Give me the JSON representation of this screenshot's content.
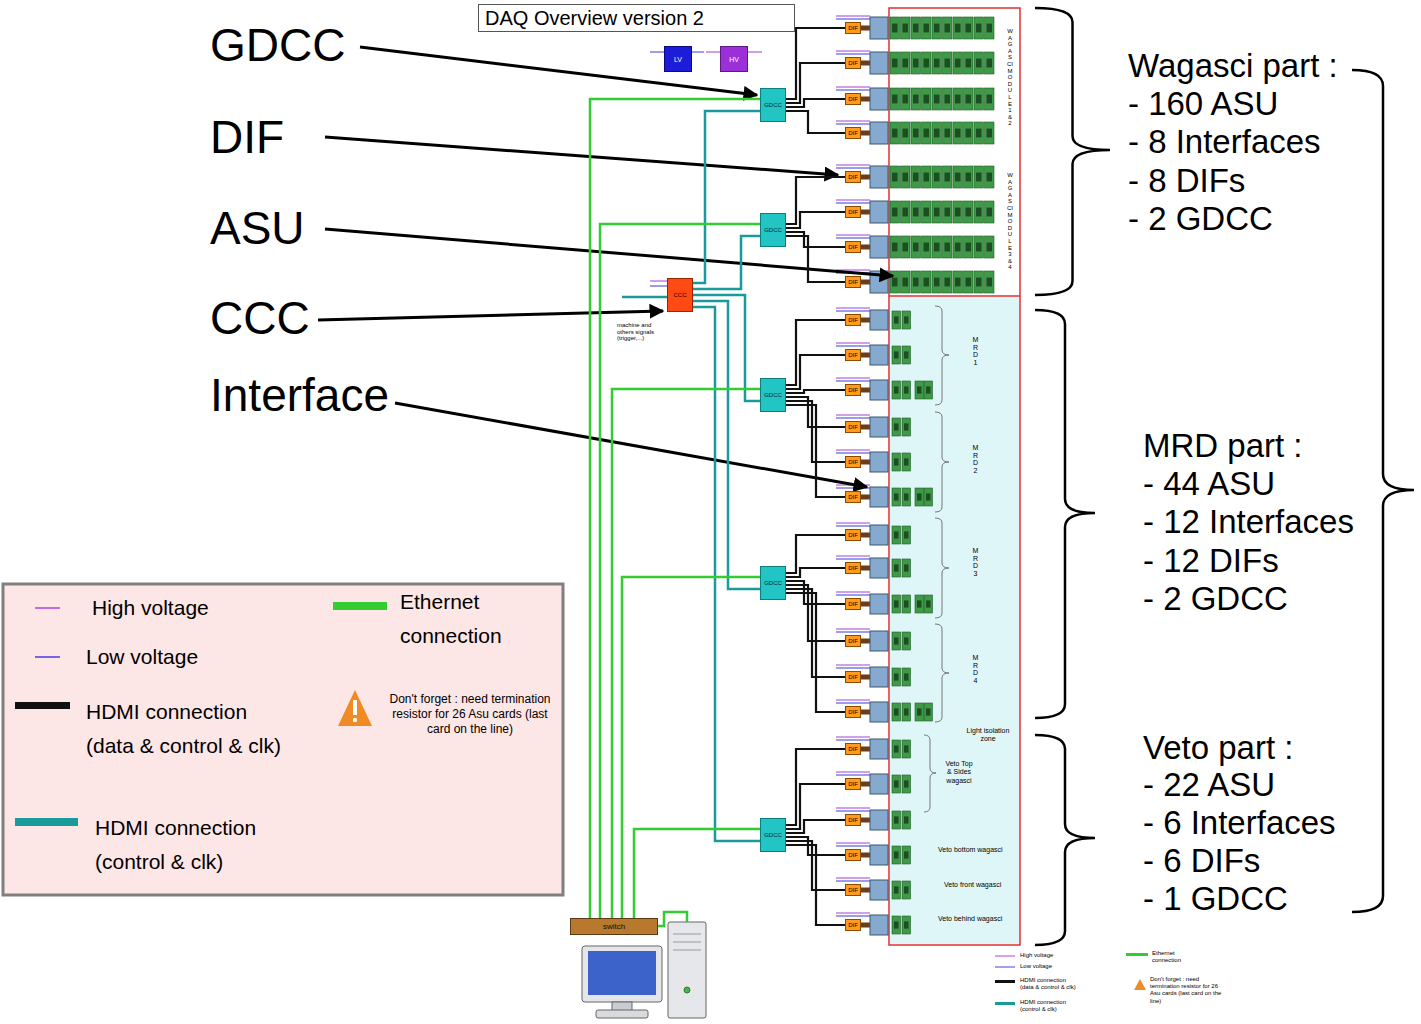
{
  "diagram": {
    "title": "DAQ Overview version 2",
    "nodes": [
      {
        "text": [
          "LV"
        ]
      },
      {
        "text": [
          "HV"
        ]
      },
      {
        "text": [
          "GDCC"
        ]
      },
      {
        "text": [
          "GDCC"
        ]
      },
      {
        "text": [
          "CCC"
        ]
      },
      {
        "text": [
          "GDCC"
        ]
      },
      {
        "text": [
          "GDCC"
        ]
      },
      {
        "text": [
          "GDCC"
        ]
      },
      {
        "text": [
          "switch"
        ]
      },
      {
        "text": [
          "DIF"
        ]
      },
      {
        "text": [
          "DIF"
        ]
      },
      {
        "text": [
          "DIF"
        ]
      },
      {
        "text": [
          "DIF"
        ]
      },
      {
        "text": [
          "DIF"
        ]
      },
      {
        "text": [
          "DIF"
        ]
      },
      {
        "text": [
          "DIF"
        ]
      },
      {
        "text": [
          "DIF"
        ]
      },
      {
        "text": [
          "DIF"
        ]
      },
      {
        "text": [
          "DIF"
        ]
      },
      {
        "text": [
          "DIF"
        ]
      },
      {
        "text": [
          "DIF"
        ]
      },
      {
        "text": [
          "DIF"
        ]
      },
      {
        "text": [
          "DIF"
        ]
      },
      {
        "text": [
          "DIF"
        ]
      },
      {
        "text": [
          "DIF"
        ]
      },
      {
        "text": [
          "DIF"
        ]
      },
      {
        "text": [
          "DIF"
        ]
      },
      {
        "text": [
          "DIF"
        ]
      },
      {
        "text": [
          "DIF"
        ]
      },
      {
        "text": [
          "DIF"
        ]
      },
      {
        "text": [
          "DIF"
        ]
      },
      {
        "text": [
          "DIF"
        ]
      },
      {
        "text": [
          "DIF"
        ]
      },
      {
        "text": [
          "DIF"
        ]
      },
      {
        "text": [
          "DIF"
        ]
      }
    ],
    "edges": [
      {
        "from": 2,
        "to": 9,
        "arrow": "none"
      },
      {
        "from": 2,
        "to": 10,
        "arrow": "none"
      },
      {
        "from": 2,
        "to": 11,
        "arrow": "none"
      },
      {
        "from": 2,
        "to": 12,
        "arrow": "none"
      },
      {
        "from": 3,
        "to": 13,
        "arrow": "none"
      },
      {
        "from": 3,
        "to": 14,
        "arrow": "none"
      },
      {
        "from": 3,
        "to": 15,
        "arrow": "none"
      },
      {
        "from": 3,
        "to": 16,
        "arrow": "none"
      },
      {
        "from": 5,
        "to": 17,
        "arrow": "none"
      },
      {
        "from": 5,
        "to": 18,
        "arrow": "none"
      },
      {
        "from": 5,
        "to": 19,
        "arrow": "none"
      },
      {
        "from": 5,
        "to": 20,
        "arrow": "none"
      },
      {
        "from": 5,
        "to": 21,
        "arrow": "none"
      },
      {
        "from": 5,
        "to": 22,
        "arrow": "none"
      },
      {
        "from": 6,
        "to": 23,
        "arrow": "none"
      },
      {
        "from": 6,
        "to": 24,
        "arrow": "none"
      },
      {
        "from": 6,
        "to": 25,
        "arrow": "none"
      },
      {
        "from": 6,
        "to": 26,
        "arrow": "none"
      },
      {
        "from": 6,
        "to": 27,
        "arrow": "none"
      },
      {
        "from": 6,
        "to": 28,
        "arrow": "none"
      },
      {
        "from": 7,
        "to": 29,
        "arrow": "none"
      },
      {
        "from": 7,
        "to": 30,
        "arrow": "none"
      },
      {
        "from": 7,
        "to": 31,
        "arrow": "none"
      },
      {
        "from": 7,
        "to": 32,
        "arrow": "none"
      },
      {
        "from": 7,
        "to": 33,
        "arrow": "none"
      },
      {
        "from": 7,
        "to": 34,
        "arrow": "none"
      },
      {
        "from": 4,
        "to": 2,
        "arrow": "none"
      },
      {
        "from": 4,
        "to": 3,
        "arrow": "none"
      },
      {
        "from": 4,
        "to": 5,
        "arrow": "none"
      },
      {
        "from": 4,
        "to": 6,
        "arrow": "none"
      },
      {
        "from": 4,
        "to": 7,
        "arrow": "none"
      },
      {
        "from": 8,
        "to": 2,
        "arrow": "none"
      },
      {
        "from": 8,
        "to": 3,
        "arrow": "none"
      },
      {
        "from": 8,
        "to": 5,
        "arrow": "none"
      },
      {
        "from": 8,
        "to": 6,
        "arrow": "none"
      },
      {
        "from": 8,
        "to": 7,
        "arrow": "none"
      }
    ],
    "labels": [
      "GDCC",
      "DIF",
      "ASU",
      "CCC",
      "Interface",
      "machine and others signals (trigger,...)",
      "WAGASCI MODULE 1&2",
      "WAGASCI MODULE 3&4",
      "MRD 1",
      "MRD 2",
      "MRD 3",
      "MRD 4",
      "Light isolation zone",
      "Veto Top & Sides wagasci",
      "Veto bottom wagasci",
      "Veto front wagasci",
      "Veto behind wagasci",
      "Wagasci part :",
      "- 160 ASU",
      "- 8 Interfaces",
      "- 8 DIFs",
      "- 2 GDCC",
      "MRD part :",
      "- 44 ASU",
      "- 12 Interfaces",
      "- 12 DIFs",
      "- 2 GDCC",
      "Veto part :",
      "- 22 ASU",
      "- 6 Interfaces",
      "- 6 DIFs",
      "- 1 GDCC",
      "Don't forget : need termination resistor for 26 Asu cards (last card on the line)",
      "High voltage",
      "Low voltage",
      "HDMI connection (data & control & clk)",
      "HDMI connection (control & clk)",
      "Ethernet connection",
      "Don't forget : need termination resistor for 26 Asu cards (last card on the line)"
    ],
    "legend": [
      {
        "text": "High voltage"
      },
      {
        "text": "Low voltage"
      },
      {
        "text": "HDMI connection (data & control & clk)"
      },
      {
        "text": "HDMI connection (control & clk)"
      },
      {
        "text": "Ethernet connection"
      }
    ]
  }
}
